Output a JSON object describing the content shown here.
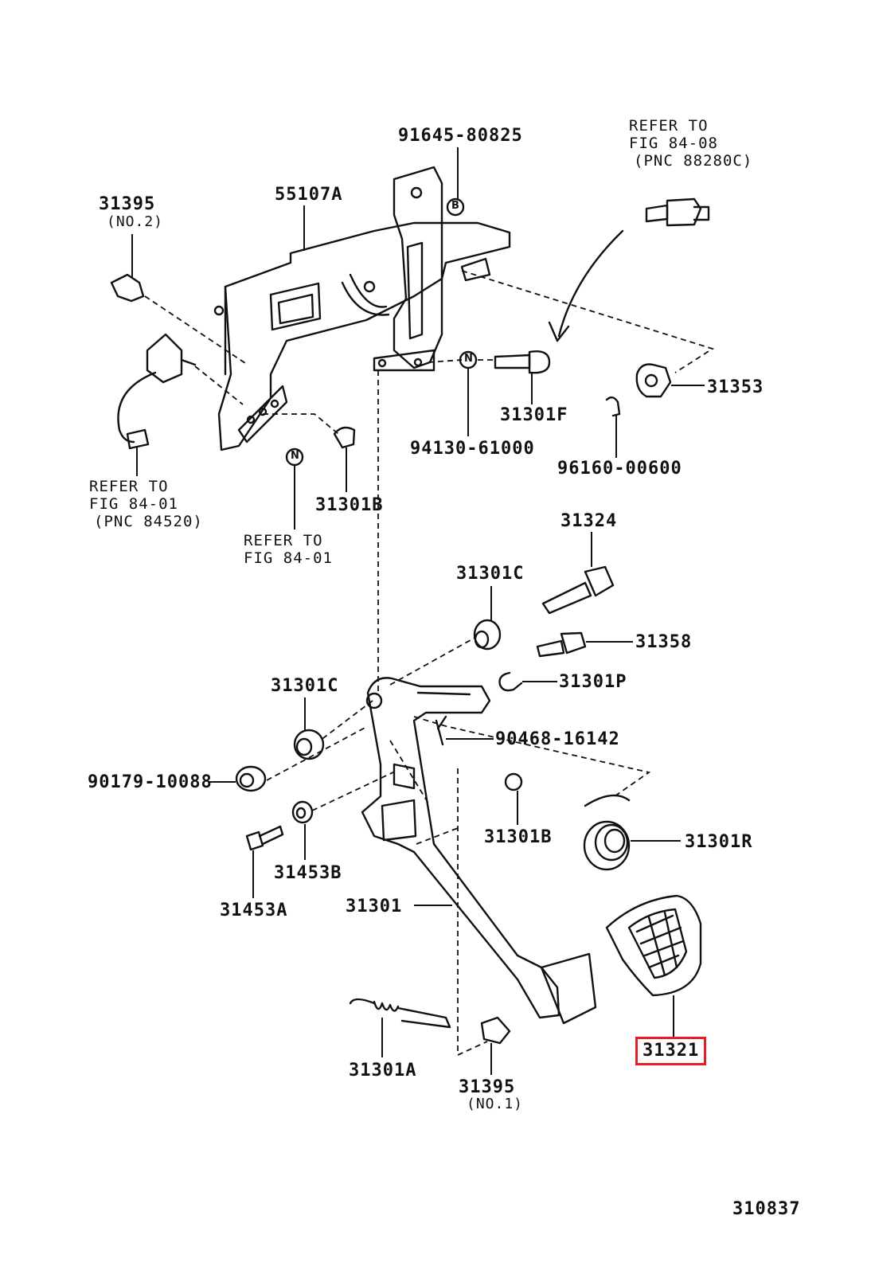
{
  "labels": {
    "p91645": "91645-80825",
    "p55107a": "55107A",
    "p31395_top": "31395",
    "p31395_top_sub": "(NO.2)",
    "p31353": "31353",
    "p31301f": "31301F",
    "p94130": "94130-61000",
    "p96160": "96160-00600",
    "p31301b_top": "31301B",
    "p31324": "31324",
    "p31301c_right": "31301C",
    "p31358": "31358",
    "p31301p": "31301P",
    "p31301c_left": "31301C",
    "p90468": "90468-16142",
    "p90179": "90179-10088",
    "p31301b_mid": "31301B",
    "p31301r": "31301R",
    "p31453b": "31453B",
    "p31453a": "31453A",
    "p31301": "31301",
    "p31321": "31321",
    "p31301a": "31301A",
    "p31395_bot": "31395",
    "p31395_bot_sub": "(NO.1)",
    "figure_number": "310837"
  },
  "references": {
    "ref_top_right": [
      "REFER TO",
      "FIG 84-08",
      "(PNC 88280C)"
    ],
    "ref_left": [
      "REFER TO",
      "FIG 84-01",
      "(PNC 84520)"
    ],
    "ref_center": [
      "REFER TO",
      "FIG 84-01"
    ]
  },
  "markers": {
    "b": "B",
    "n1": "N",
    "n2": "N"
  },
  "highlight_color": "#e31e24"
}
